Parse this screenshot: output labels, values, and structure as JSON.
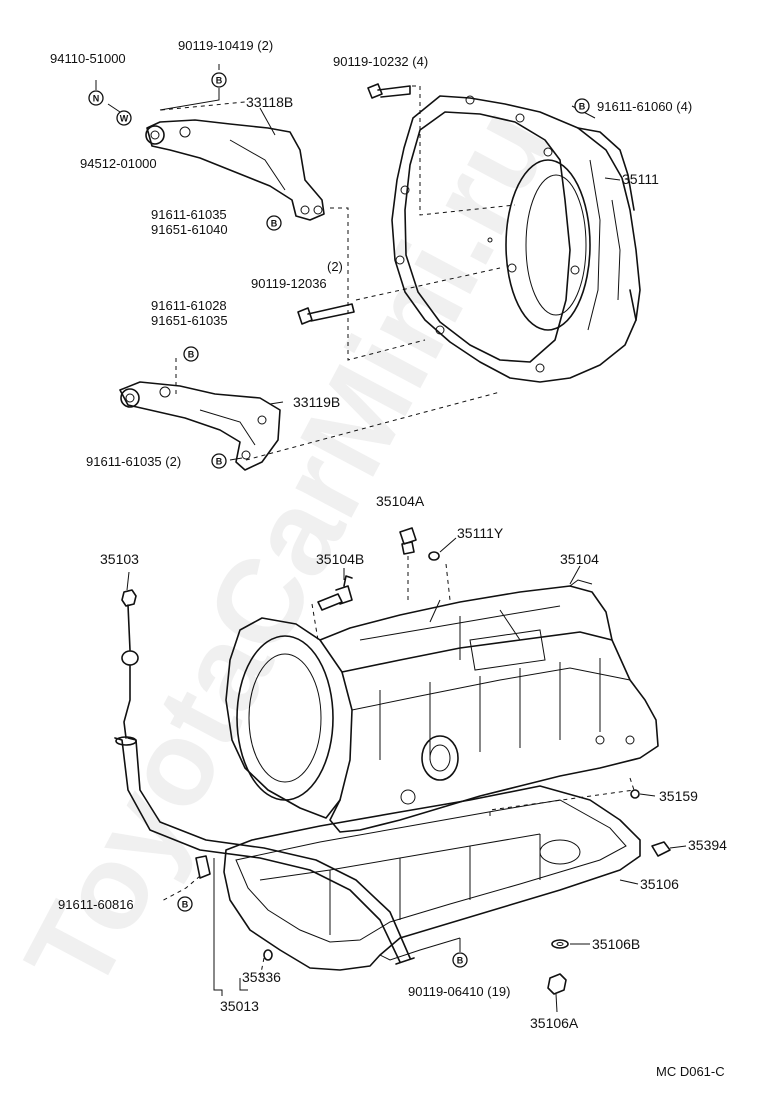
{
  "watermark": "ToyotaCarMini.ru",
  "footer": {
    "code": "MC D061-C"
  },
  "labels": {
    "p94110": "94110-51000",
    "p90119_10419": "90119-10419 (2)",
    "p90119_10232": "90119-10232 (4)",
    "p33118B": "33118B",
    "p91611_61060": "91611-61060 (4)",
    "p94512": "94512-01000",
    "p35111": "35111",
    "p91611_61035a": "91611-61035",
    "p91651_61040": "91651-61040",
    "qty2": "(2)",
    "p90119_12036": "90119-12036",
    "p91611_61028": "91611-61028",
    "p91651_61035": "91651-61035",
    "p33119B": "33119B",
    "p91611_61035b": "91611-61035 (2)",
    "p35104A": "35104A",
    "p35111Y": "35111Y",
    "p35103": "35103",
    "p35104B": "35104B",
    "p35104": "35104",
    "p35159": "35159",
    "p35394": "35394",
    "p35106": "35106",
    "p91611_60816": "91611-60816",
    "p35106B": "35106B",
    "p35336": "35336",
    "p90119_06410": "90119-06410 (19)",
    "p35013": "35013",
    "p35106A": "35106A"
  },
  "marks": {
    "nut": "N",
    "washer": "W",
    "bolt": "B"
  }
}
